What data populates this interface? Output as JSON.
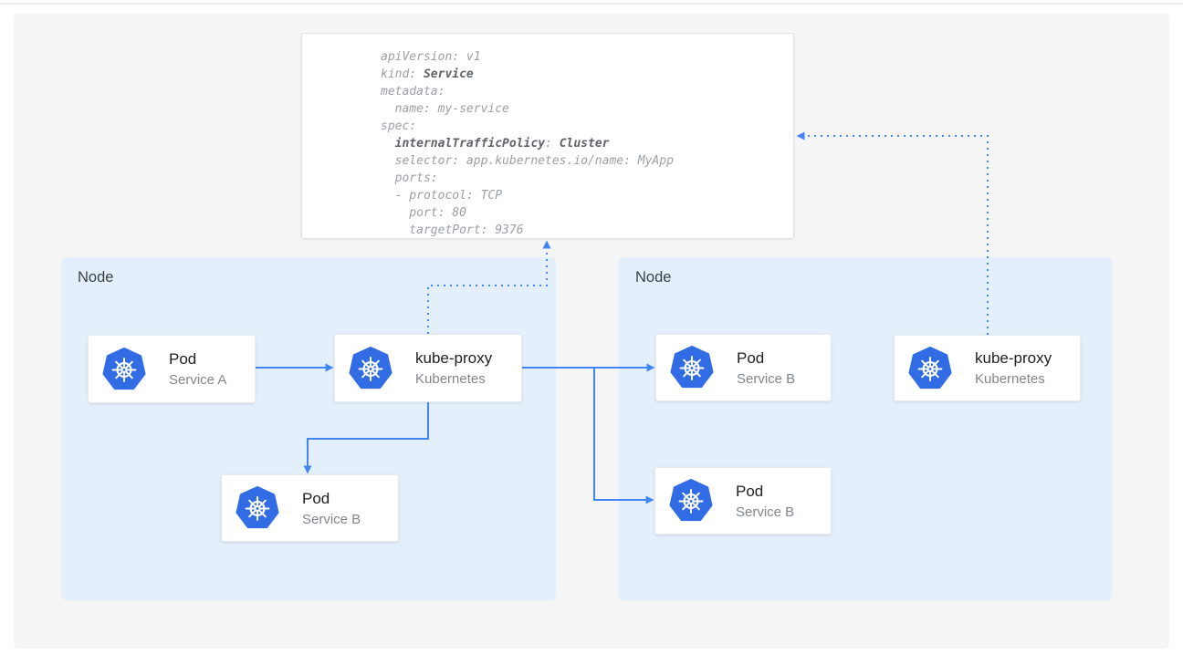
{
  "colors": {
    "accent": "#4285f4",
    "k8s": "#326ce5",
    "node_bg": "#e3f0fb",
    "panel_bg": "#f5f5f6",
    "topline": "#ebebeb",
    "title": "#202124",
    "subtitle": "#80868b",
    "code": "#9aa0a6",
    "code_bold": "#5f6368",
    "node_label": "#3c4043"
  },
  "code": {
    "l1": "apiVersion: v1",
    "l2a": "kind: ",
    "l2b": "Service",
    "l3": "metadata:",
    "l4": "  name: my-service",
    "l5": "spec:",
    "l6a": "  ",
    "l6b": "internalTrafficPolicy",
    "l6c": ": ",
    "l6d": "Cluster",
    "l7": "  selector: app.kubernetes.io/name: MyApp",
    "l8": "  ports:",
    "l9": "  - protocol: TCP",
    "l10": "    port: 80",
    "l11": "    targetPort: 9376"
  },
  "nodes": {
    "left": {
      "label": "Node"
    },
    "right": {
      "label": "Node"
    }
  },
  "cards": [
    {
      "title": "Pod",
      "subtitle": "Service A"
    },
    {
      "title": "kube-proxy",
      "subtitle": "Kubernetes"
    },
    {
      "title": "Pod",
      "subtitle": "Service B"
    },
    {
      "title": "Pod",
      "subtitle": "Service B"
    },
    {
      "title": "Pod",
      "subtitle": "Service B"
    },
    {
      "title": "kube-proxy",
      "subtitle": "Kubernetes"
    }
  ]
}
